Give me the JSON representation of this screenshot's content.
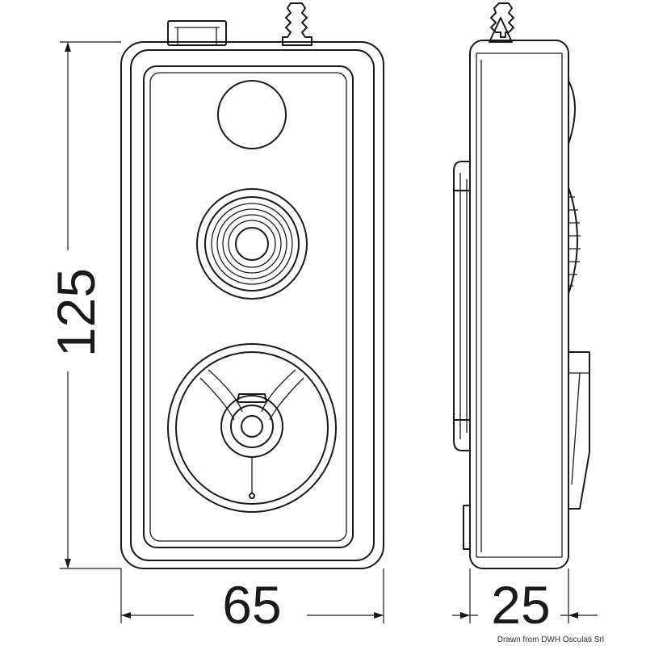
{
  "dimensions": {
    "height": "125",
    "width": "65",
    "depth": "25"
  },
  "credit": "Drawn from DWH Osculati Srl"
}
